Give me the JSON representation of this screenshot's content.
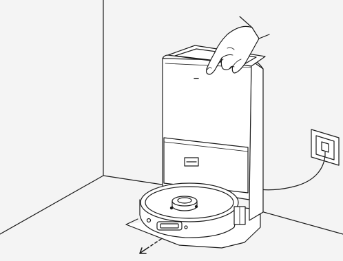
{
  "figure": {
    "background": "#f4f4f4",
    "line_color": "#1a1a1a",
    "fill_color": "#ffffff",
    "elements": [
      "room-corner",
      "floor-line",
      "wall-socket",
      "power-cable",
      "auto-empty-station",
      "station-lid",
      "dust-bag-door",
      "station-ramp",
      "robot-vacuum",
      "lidar-turret",
      "hand-pressing-lid",
      "direction-arrow"
    ]
  }
}
